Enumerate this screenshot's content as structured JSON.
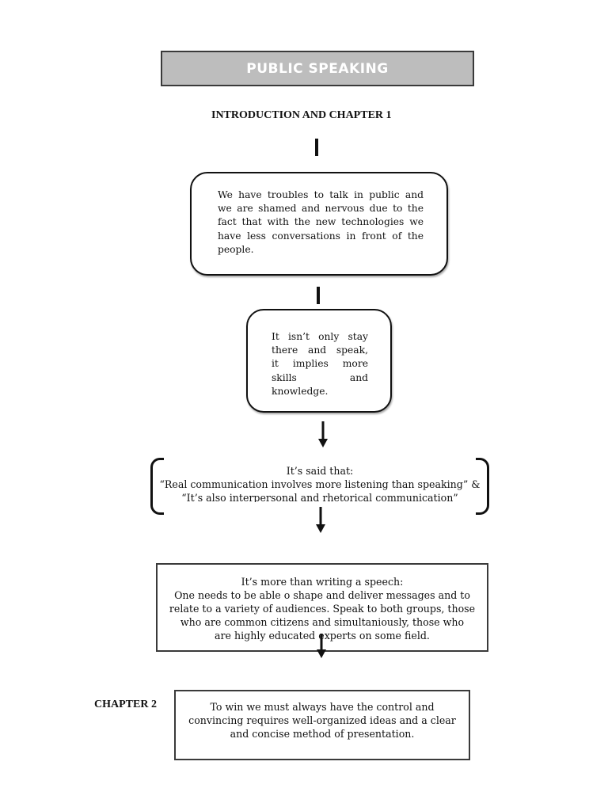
{
  "title": "PUBLIC SPEAKING",
  "headings": {
    "intro": "INTRODUCTION AND CHAPTER 1",
    "chapter2": "CHAPTER 2"
  },
  "box1": {
    "lines": [
      "We have troubles to talk in public and",
      "we are shamed and nervous due to the",
      "fact that with the new technologies we",
      "have less conversations in front of the",
      "people."
    ]
  },
  "box2": {
    "lines": [
      "It isn’t only stay",
      "there and speak,",
      "it implies more",
      "skills and",
      "knowledge."
    ]
  },
  "quote": {
    "lines": [
      "It’s said that:",
      "“Real communication involves more listening than speaking” &",
      "“It’s also interpersonal and rhetorical communication”"
    ]
  },
  "box3": {
    "lines": [
      "It’s more than writing a speech:",
      "One needs to be able o shape and deliver messages and to",
      "relate to a variety of audiences. Speak to both groups, those",
      "who are common citizens and simultaniously, those who",
      "are highly educated experts on some field."
    ]
  },
  "box4": {
    "lines": [
      "To win we must always have the control and",
      "convincing requires well-organized ideas and a clear",
      "and concise method of presentation."
    ]
  },
  "colors": {
    "title_fill": "#bdbdbd",
    "ink": "#111111"
  }
}
